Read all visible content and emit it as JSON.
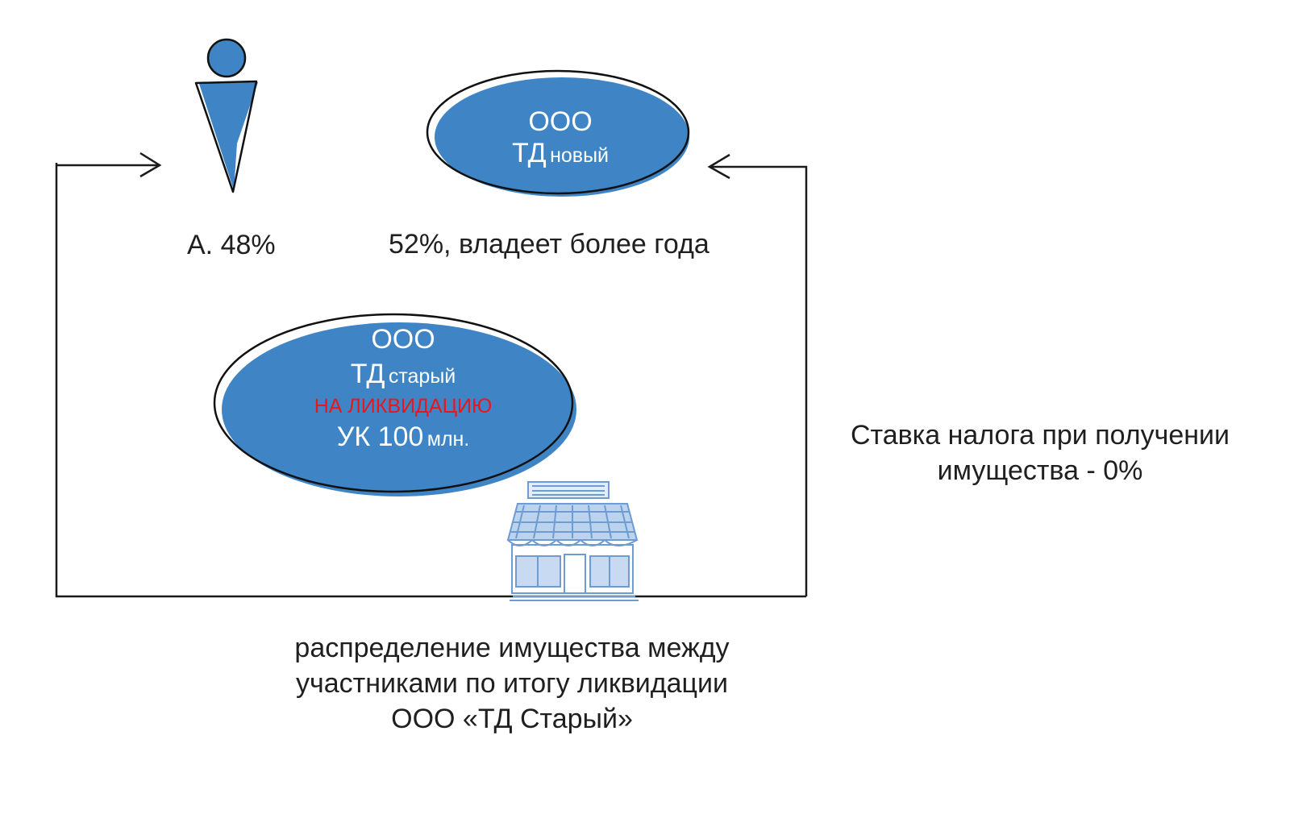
{
  "colors": {
    "bubble_fill": "#3f85c6",
    "outline": "#111111",
    "line": "#1a1a1a",
    "liquidation_text": "#e8171c",
    "building_stroke": "#6e9bd1"
  },
  "icons": {
    "person": "person-icon",
    "shop": "shop-building-icon"
  },
  "person": {
    "share_label": "А. 48%"
  },
  "new_company": {
    "line1": "ООО",
    "name_big": "ТД",
    "name_small": "новый",
    "share_label": "52%, владеет более года"
  },
  "old_company": {
    "line1": "ООО",
    "name_big": "ТД",
    "name_small": "старый",
    "status": "НА ЛИКВИДАЦИЮ",
    "capital_big": "УК 100",
    "capital_small": "млн."
  },
  "tax_note": {
    "line1": "Ставка налога при получении",
    "line2": "имущества - 0%"
  },
  "distribution_note": {
    "line1": "распределение имущества между",
    "line2": "участниками по итогу ликвидации",
    "line3": "ООО «ТД Старый»"
  }
}
